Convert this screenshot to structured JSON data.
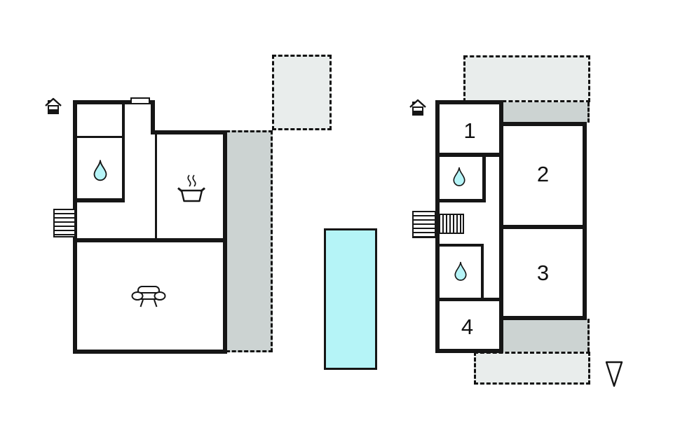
{
  "colors": {
    "wall": "#161616",
    "water": "#b5f4f7",
    "terrace_light": "#e9edec",
    "terrace_dark": "#ccd3d2",
    "background": "#ffffff"
  },
  "left_unit": {
    "icons": [
      "entrance-house-icon",
      "water-drop-icon",
      "cooking-pot-icon",
      "sofa-icon",
      "exterior-stairs-icon"
    ],
    "features": [
      "terrace-top",
      "terrace-side",
      "window"
    ]
  },
  "pool": {
    "type": "swimming-pool"
  },
  "right_unit": {
    "rooms": [
      {
        "label": "1"
      },
      {
        "label": "2"
      },
      {
        "label": "3"
      },
      {
        "label": "4"
      }
    ],
    "icons": [
      "entrance-house-icon",
      "water-drop-icon",
      "water-drop-icon",
      "interior-stairs-icon",
      "exterior-stairs-icon",
      "depth-marker-icon"
    ],
    "features": [
      "terrace-top",
      "terrace-bottom",
      "roof-strip-top",
      "roof-strip-bottom"
    ]
  }
}
